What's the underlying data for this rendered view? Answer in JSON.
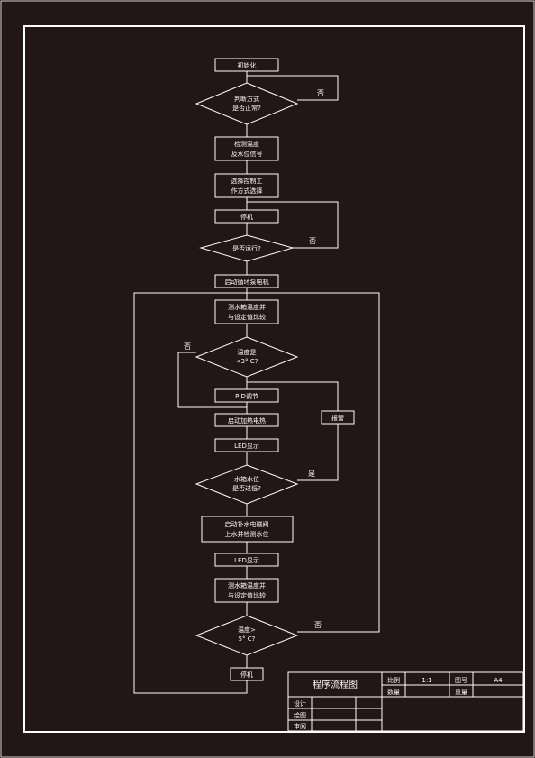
{
  "flowchart": {
    "nodes": {
      "start": {
        "lines": [
          "初始化"
        ]
      },
      "d_mode": {
        "lines": [
          "判断方式",
          "是否正常?"
        ]
      },
      "p_detect": {
        "lines": [
          "检测温度",
          "及水位信号"
        ]
      },
      "p_select": {
        "lines": [
          "选择控制工",
          "作方式选择"
        ]
      },
      "p_stop": {
        "lines": [
          "停机"
        ]
      },
      "d_run": {
        "lines": [
          "是否运行?"
        ]
      },
      "p_main": {
        "lines": [
          "启动循环泵电机"
        ]
      },
      "p_readtemp": {
        "lines": [
          "测水箱温度并",
          "与设定值比较"
        ]
      },
      "d_temp1": {
        "lines": [
          "温度是",
          "<3° C?"
        ]
      },
      "p_pid": {
        "lines": [
          "PID调节"
        ]
      },
      "p_heat": {
        "lines": [
          "启动加热电热"
        ]
      },
      "p_delay1": {
        "lines": [
          "LED显示"
        ]
      },
      "d_water": {
        "lines": [
          "水箱水位",
          "是否过低?"
        ]
      },
      "p_refill": {
        "lines": [
          "报警"
        ]
      },
      "p_pump": {
        "lines": [
          "启动补水电磁阀",
          "上水并检测水位"
        ]
      },
      "p_delay2": {
        "lines": [
          "LED显示"
        ]
      },
      "p_readtemp2": {
        "lines": [
          "测水箱温度并",
          "与设定值比较"
        ]
      },
      "d_temp2": {
        "lines": [
          "温度>",
          "5° C?"
        ]
      },
      "p_end": {
        "lines": [
          "停机"
        ]
      }
    },
    "edges": {
      "e_no_1": "否",
      "e_no_2": "否",
      "e_no_3": "否",
      "e_yes_4": "是",
      "e_no_5": "否"
    }
  },
  "title_block": {
    "title": "程序流程图",
    "scale_label": "比例",
    "scale_value": "1:1",
    "drawing_no_label": "图号",
    "drawing_no_value": "A4",
    "count_label": "数量",
    "weight_label": "重量",
    "design_label": "设计",
    "draw_label": "绘图",
    "review_label": "审阅"
  }
}
